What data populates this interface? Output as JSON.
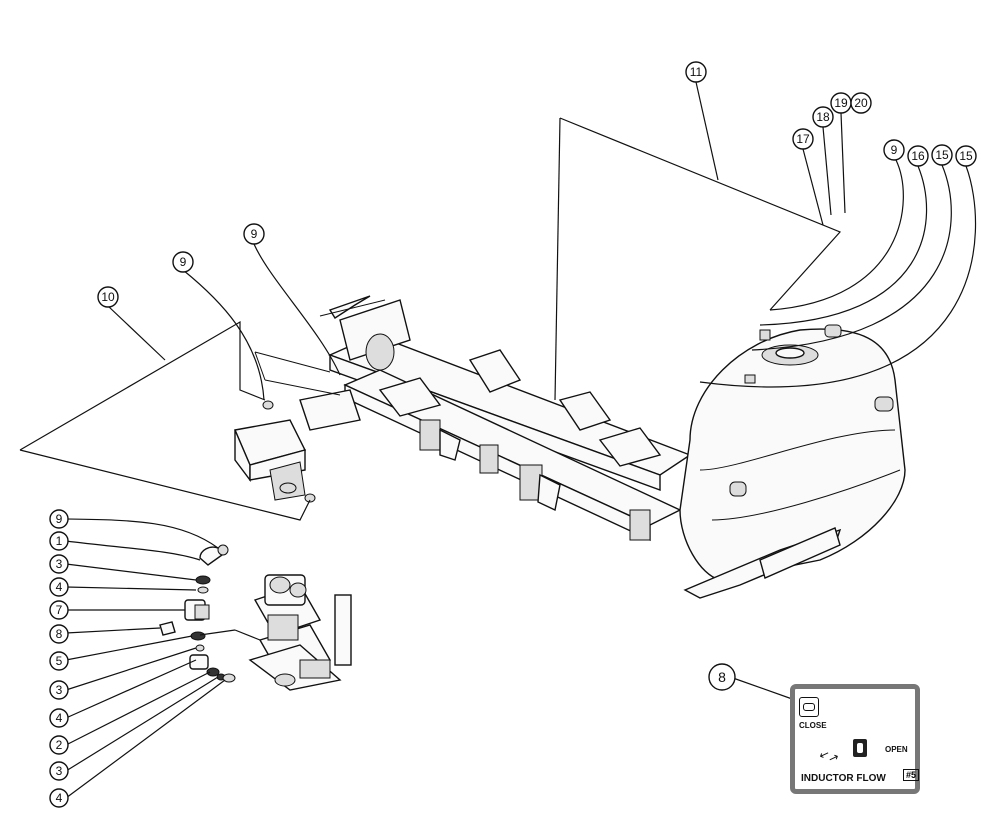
{
  "callouts": {
    "c11": "11",
    "c17": "17",
    "c18": "18",
    "c19": "19",
    "c20": "20",
    "c9a": "9",
    "c16": "16",
    "c15a": "15",
    "c15b": "15",
    "c9b": "9",
    "c9c": "9",
    "c10": "10",
    "c8_label": "8",
    "c9d": "9",
    "c1": "1",
    "c3a": "3",
    "c4a": "4",
    "c7": "7",
    "c8": "8",
    "c5": "5",
    "c3b": "3",
    "c4b": "4",
    "c2": "2",
    "c3c": "3",
    "c4c": "4"
  },
  "decal": {
    "close_label": "CLOSE",
    "open_label": "OPEN",
    "title": "INDUCTOR FLOW",
    "number": "#5"
  },
  "icons": {
    "close": "valve-closed-icon",
    "open": "valve-open-icon",
    "arrow": "curved-arrow-icon"
  }
}
